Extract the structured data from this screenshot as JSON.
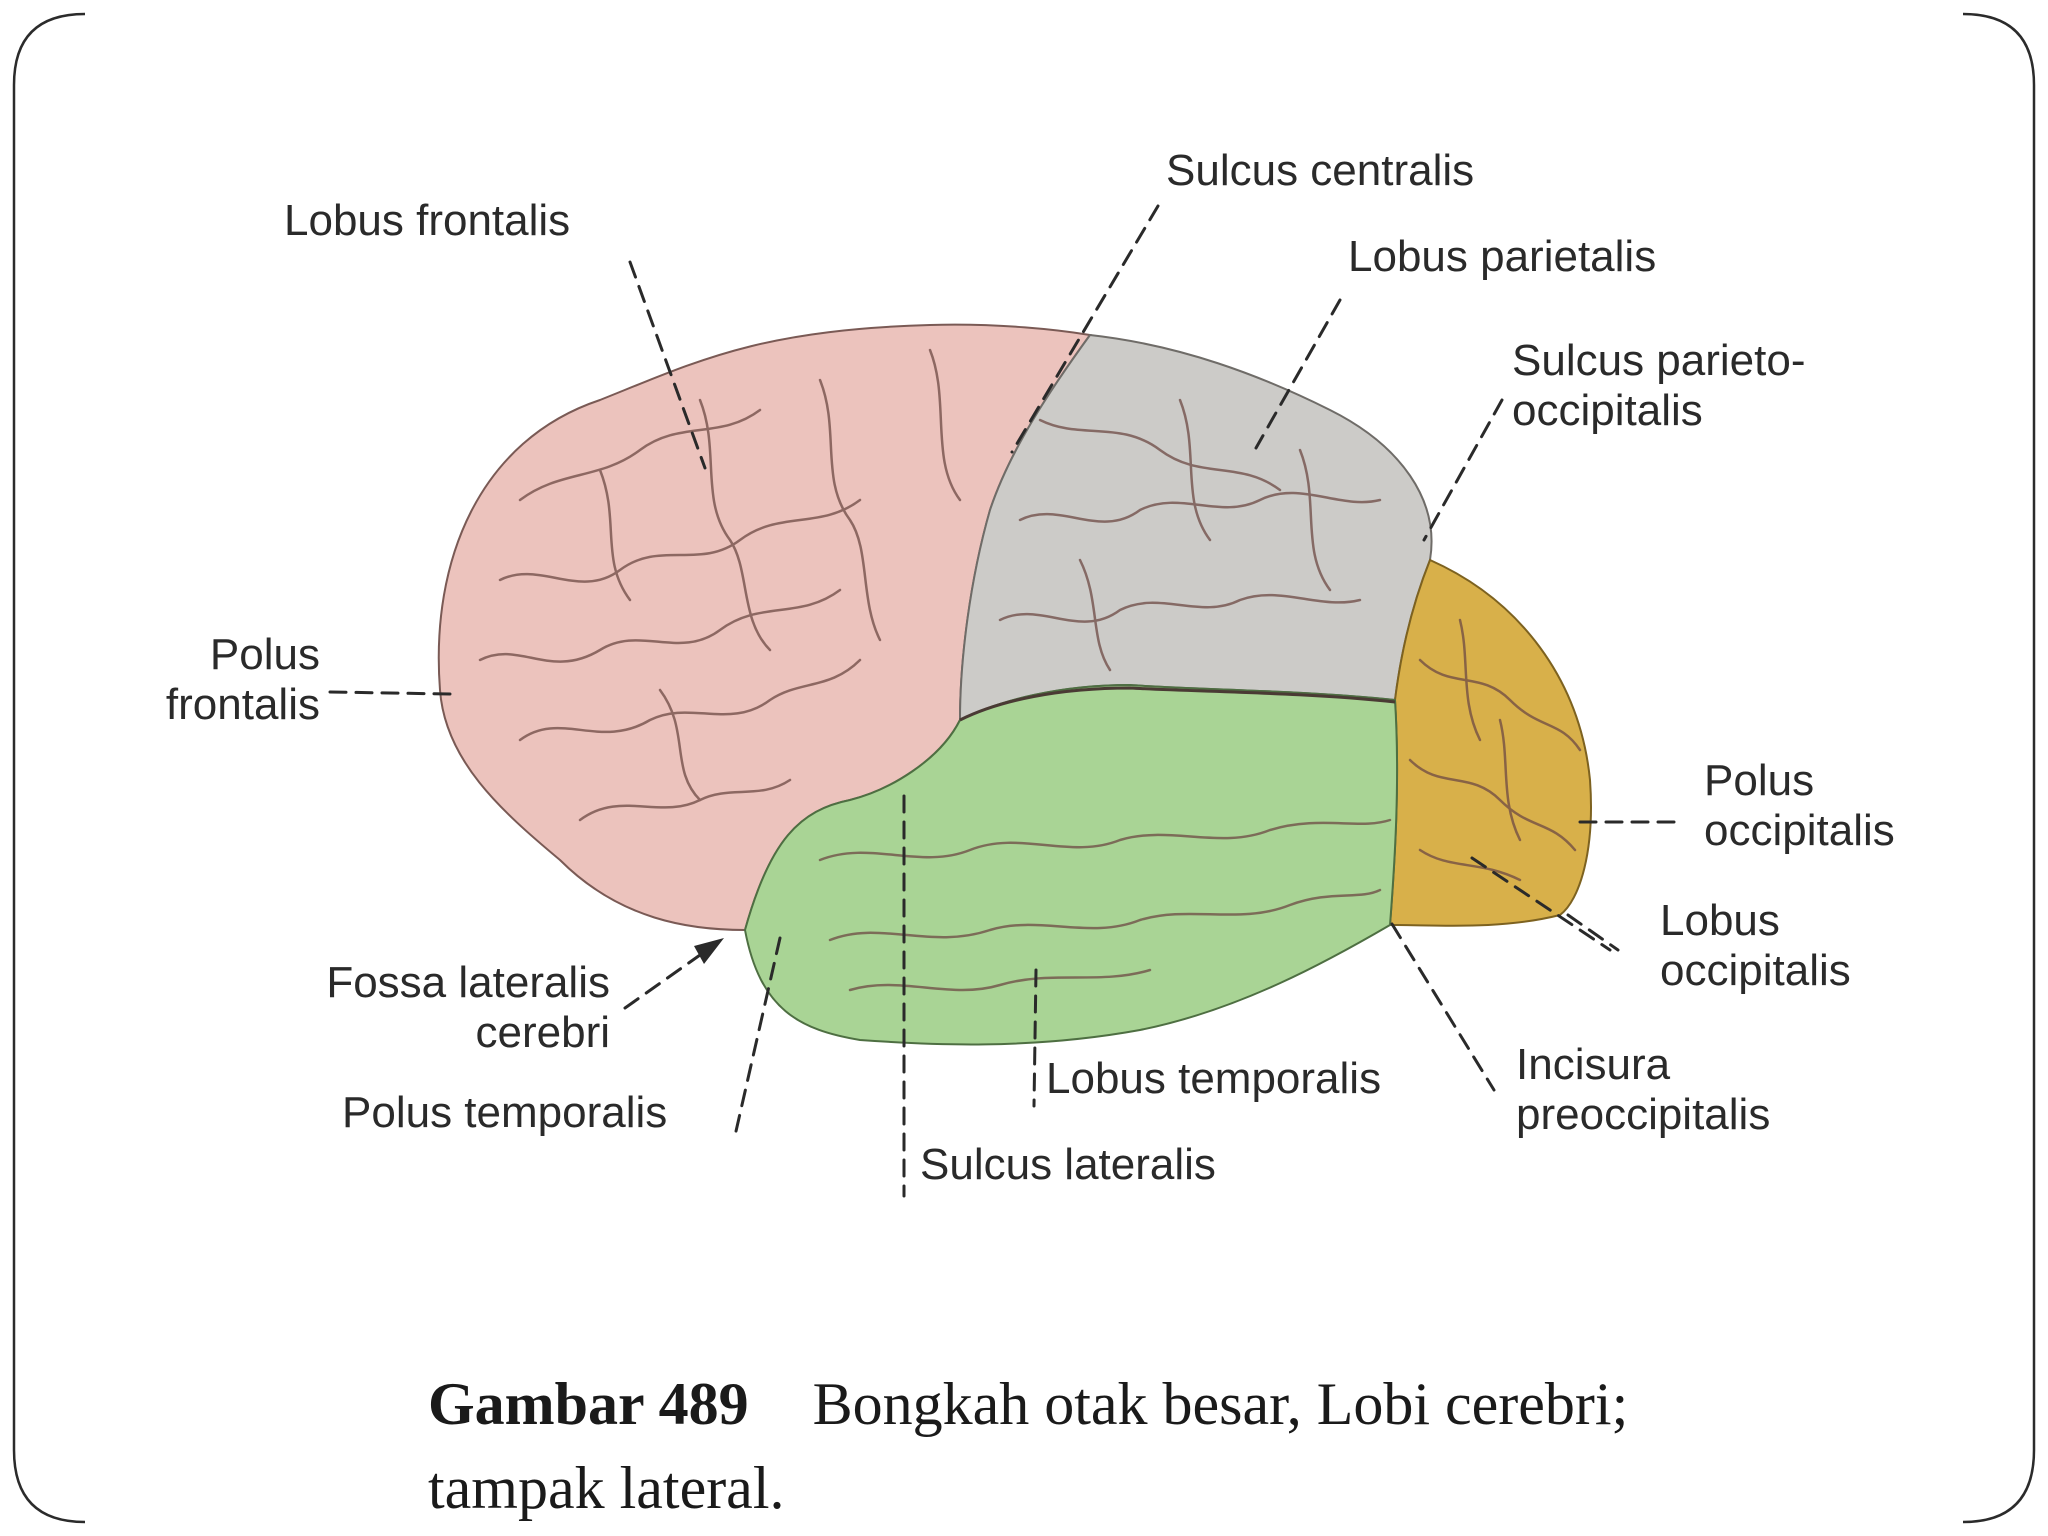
{
  "labels": {
    "lobus_frontalis": "Lobus frontalis",
    "sulcus_centralis": "Sulcus centralis",
    "lobus_parietalis": "Lobus parietalis",
    "sulcus_parieto_occipitalis": [
      "Sulcus parieto-",
      "occipitalis"
    ],
    "polus_frontalis": [
      "Polus",
      "frontalis"
    ],
    "polus_occipitalis": [
      "Polus",
      "occipitalis"
    ],
    "lobus_occipitalis": [
      "Lobus",
      "occipitalis"
    ],
    "fossa_lateralis_cerebri": [
      "Fossa lateralis",
      "cerebri"
    ],
    "polus_temporalis": "Polus temporalis",
    "lobus_temporalis": "Lobus temporalis",
    "incisura_preoccipitalis": [
      "Incisura",
      "preoccipitalis"
    ],
    "sulcus_lateralis": "Sulcus lateralis"
  },
  "caption": {
    "figure": "Gambar 489",
    "line1": "Bongkah otak besar, Lobi cerebri;",
    "line2": "tampak lateral."
  },
  "colors": {
    "frontal": "#ecc3bd",
    "parietal": "#cccbc8",
    "temporal": "#a9d495",
    "occipital": "#d8b04a",
    "sulcus": "#6e4a44",
    "frame": "#2b2b2b"
  }
}
